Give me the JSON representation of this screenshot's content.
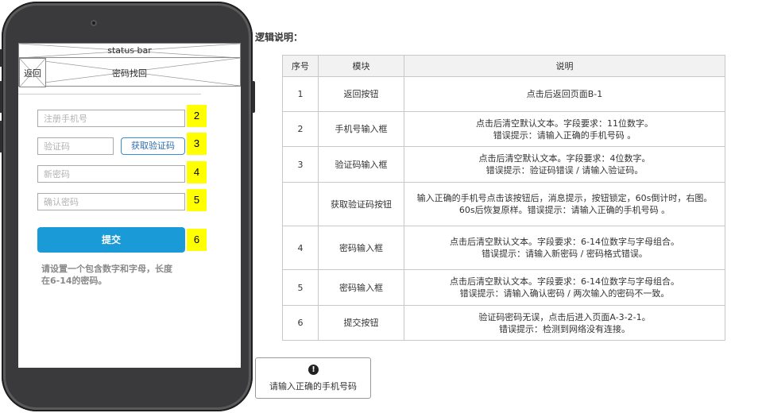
{
  "phone": {
    "status_bar": "status bar",
    "nav_title": "密码找回",
    "back_label": "返回",
    "fields": {
      "phone_placeholder": "注册手机号",
      "code_placeholder": "验证码",
      "new_password_placeholder": "新密码",
      "confirm_password_placeholder": "确认密码"
    },
    "get_code_label": "获取验证码",
    "submit_label": "提交",
    "hint_line1": "请设置一个包含数字和字母，长度",
    "hint_line2": "在6-14的密码。",
    "markers": [
      "2",
      "3",
      "4",
      "5",
      "6"
    ]
  },
  "logic": {
    "title": "逻辑说明：",
    "headers": [
      "序号",
      "模块",
      "说明"
    ],
    "rows": [
      {
        "no": "1",
        "module": "返回按钮",
        "desc": "点击后返回页面B-1"
      },
      {
        "no": "2",
        "module": "手机号输入框",
        "desc": "点击后清空默认文本。字段要求：11位数字。\n错误提示：请输入正确的手机号码 。"
      },
      {
        "no": "3",
        "module": "验证码输入框",
        "desc": "点击后清空默认文本。字段要求：4位数字。\n错误提示：验证码错误 / 请输入验证码。"
      },
      {
        "no": "",
        "module": "获取验证码按钮",
        "desc": "输入正确的手机号点击该按钮后，消息提示，按钮锁定，60s倒计时，右图。\n60s后恢复原样。错误提示：请输入正确的手机号码 。"
      },
      {
        "no": "4",
        "module": "密码输入框",
        "desc": "点击后清空默认文本。字段要求：6-14位数字与字母组合。\n错误提示：请输入新密码 / 密码格式错误。"
      },
      {
        "no": "5",
        "module": "密码输入框",
        "desc": "点击后清空默认文本。字段要求：6-14位数字与字母组合。\n错误提示：请输入确认密码 / 两次输入的密码不一致。"
      },
      {
        "no": "6",
        "module": "提交按钮",
        "desc": "验证码密码无误，点击后进入页面A-3-2-1。\n错误提示：检测到网络没有连接。"
      }
    ]
  },
  "toast": {
    "icon": "exclamation-circle-icon",
    "text": "请输入正确的手机号码"
  },
  "colors": {
    "accent": "#1a9ad6",
    "marker": "#ffff00",
    "phone_frame": "#3a3a3c"
  }
}
